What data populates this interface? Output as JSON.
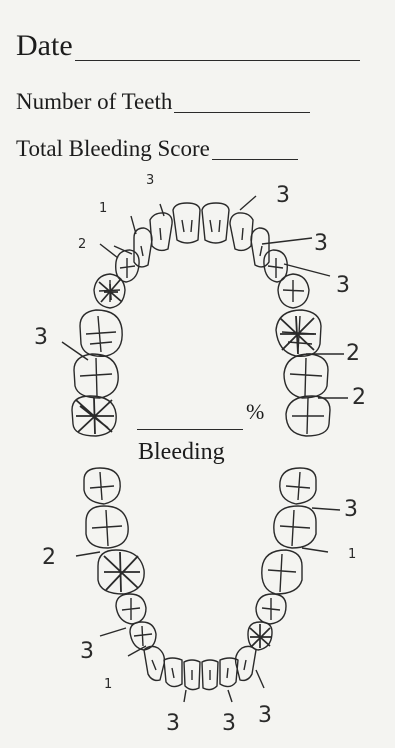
{
  "form": {
    "date_label": "Date",
    "teeth_label": "Number of Teeth",
    "score_label": "Total Bleeding Score",
    "percent_symbol": "%",
    "bleeding_label": "Bleeding"
  },
  "upper_scores": [
    "1",
    "3",
    "3",
    "2",
    "3",
    "3",
    "3",
    "2",
    "2"
  ],
  "lower_scores": [
    "3",
    "1",
    "2",
    "3",
    "1",
    "3",
    "3",
    "3"
  ]
}
